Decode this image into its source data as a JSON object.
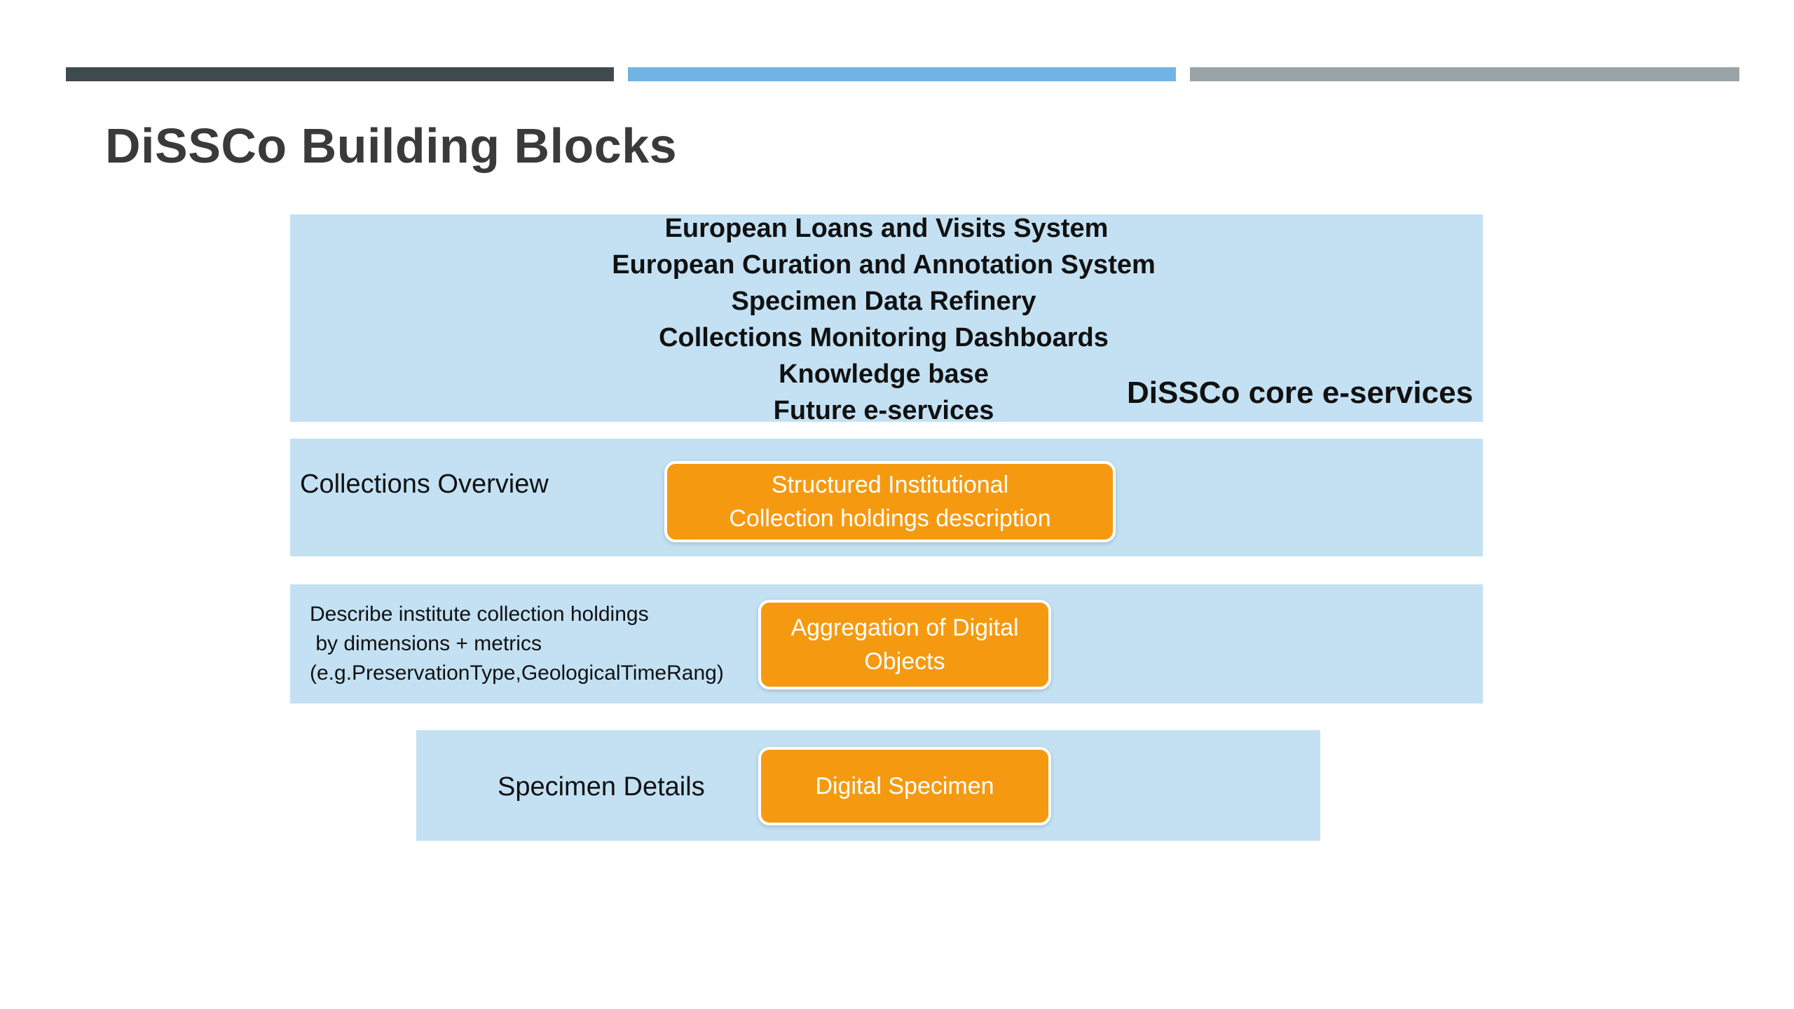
{
  "slide": {
    "title": "DiSSCo Building Blocks"
  },
  "colors": {
    "bar_dark": "#3f4a4f",
    "bar_blue": "#6fb4e3",
    "bar_grey": "#9aa3a8",
    "layer_fill": "#c3e1f3",
    "block_fill": "#f59a10",
    "block_text": "#ffffff"
  },
  "core_services": {
    "label": "DiSSCo core e-services",
    "items": [
      "European Loans and Visits System",
      "European Curation and Annotation System",
      "Specimen Data Refinery",
      "Collections Monitoring Dashboards",
      "Knowledge base",
      "Future e-services"
    ]
  },
  "collections_overview": {
    "label": "Collections Overview",
    "block": "Structured Institutional\nCollection holdings description"
  },
  "holdings": {
    "description": "Describe institute collection holdings\n by dimensions + metrics\n(e.g.PreservationType,GeologicalTimeRang)",
    "block": "Aggregation of Digital\nObjects"
  },
  "specimen": {
    "label": "Specimen Details",
    "block": "Digital Specimen"
  }
}
